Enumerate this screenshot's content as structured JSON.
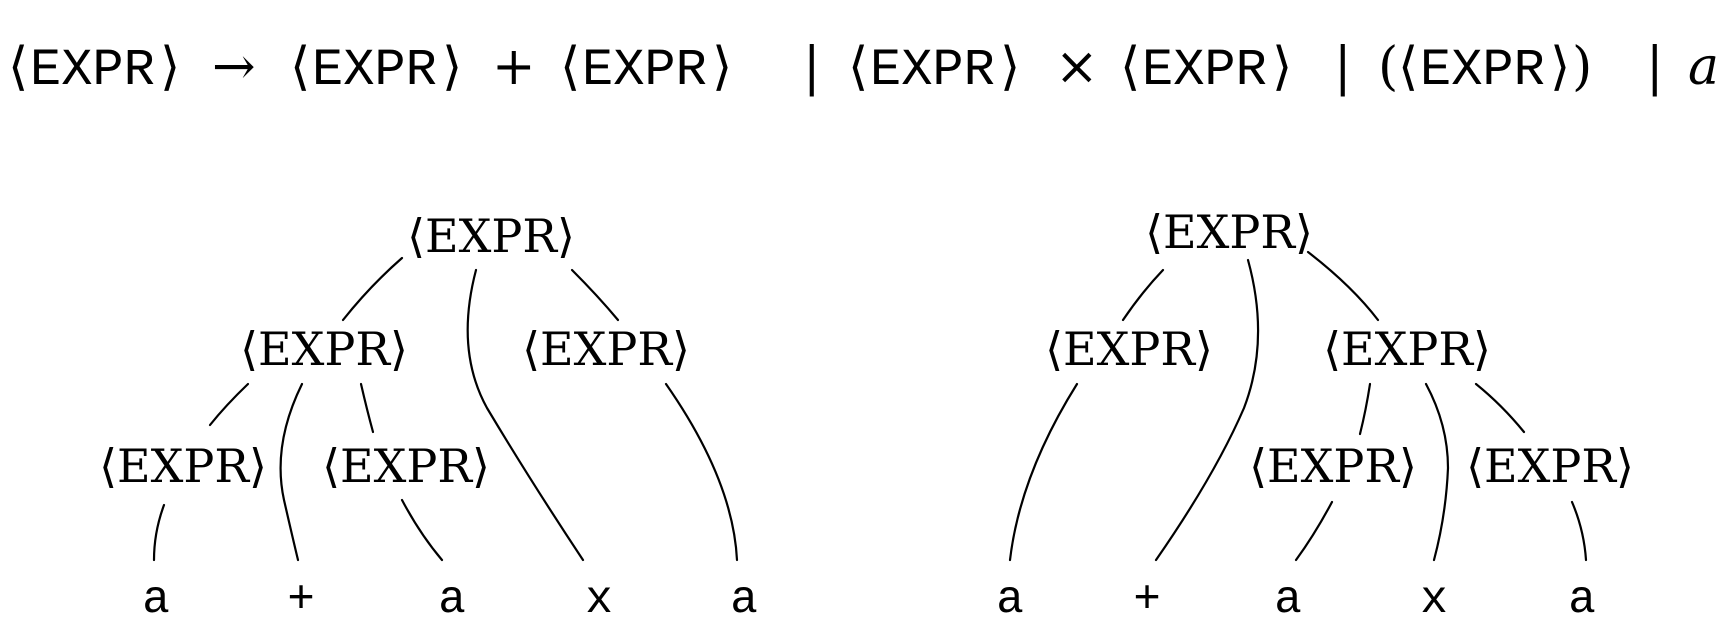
{
  "grammar": {
    "lhs": "EXPR",
    "arrow": "→",
    "alternatives": [
      [
        "EXPR",
        "+",
        "EXPR"
      ],
      [
        "EXPR",
        "×",
        "EXPR"
      ],
      [
        "(",
        "EXPR",
        ")"
      ],
      [
        "a"
      ]
    ],
    "separator": "|"
  },
  "trees": [
    {
      "nonterminal_label": "⟨EXPR⟩",
      "terminals": [
        "a",
        "+",
        "a",
        "x",
        "a"
      ],
      "root": {
        "children": [
          {
            "children": [
              {
                "children": [
                  "t0"
                ]
              },
              "t1",
              {
                "children": [
                  "t2"
                ]
              }
            ]
          },
          "t3",
          {
            "children": [
              "t4"
            ]
          }
        ]
      }
    },
    {
      "nonterminal_label": "⟨EXPR⟩",
      "terminals": [
        "a",
        "+",
        "a",
        "x",
        "a"
      ],
      "root": {
        "children": [
          {
            "children": [
              "t0"
            ]
          },
          "t1",
          {
            "children": [
              {
                "children": [
                  "t2"
                ]
              },
              "t3",
              {
                "children": [
                  "t4"
                ]
              }
            ]
          }
        ]
      }
    }
  ]
}
